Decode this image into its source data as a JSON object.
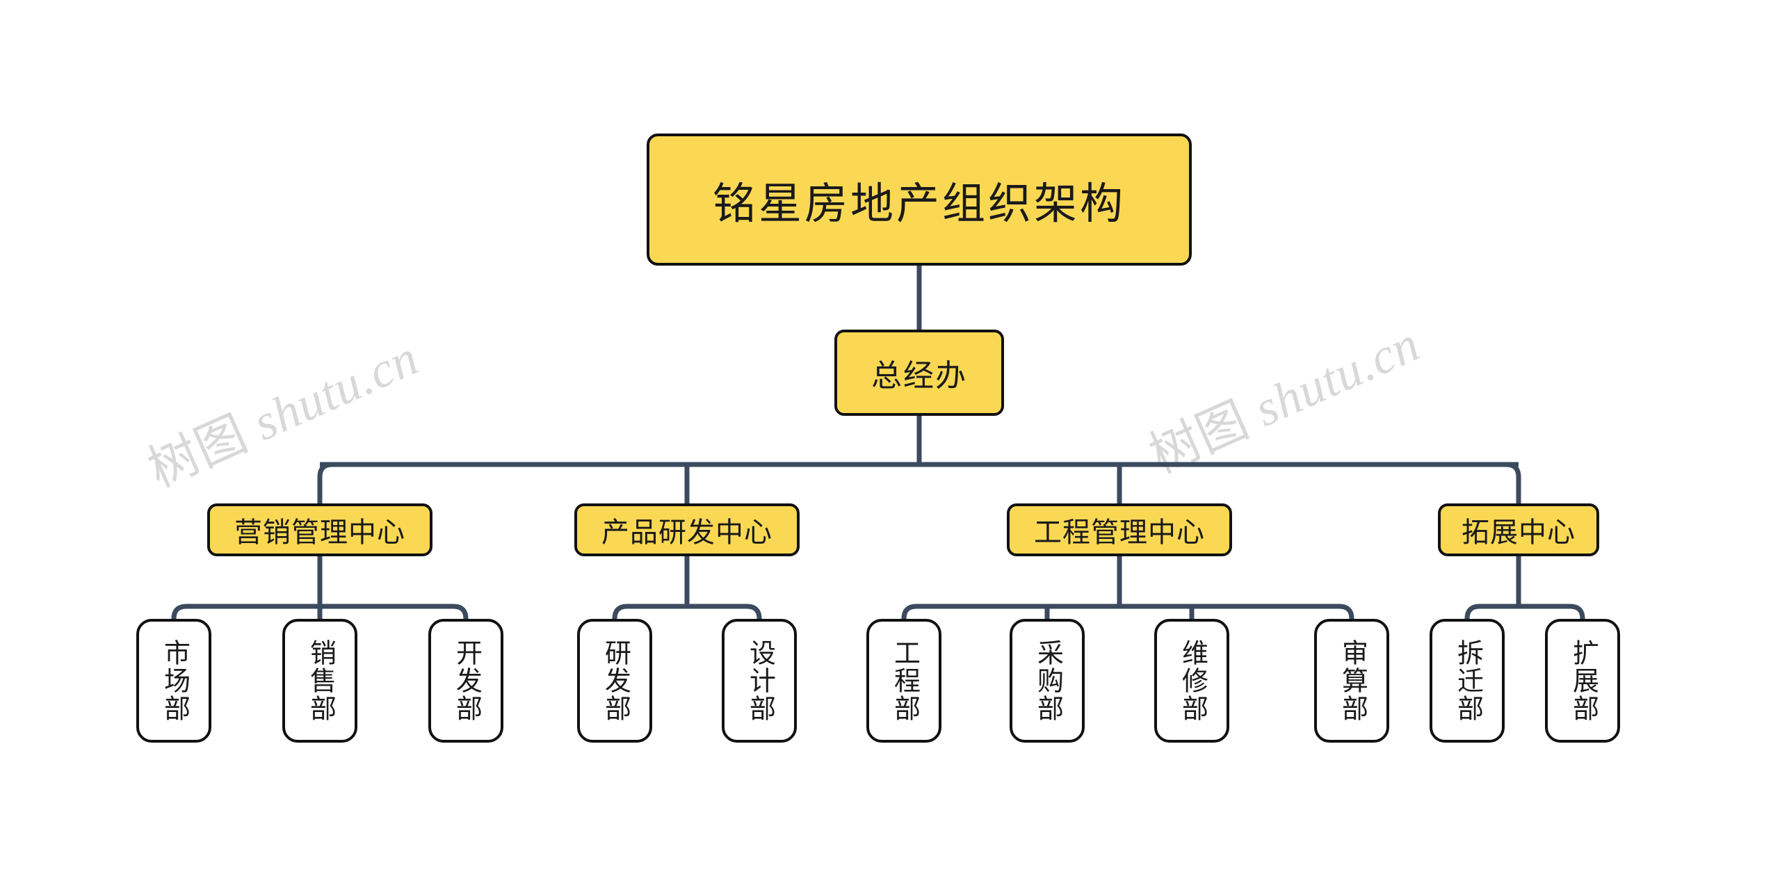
{
  "diagram": {
    "title": "铭星房地产组织架构",
    "type": "organization-chart",
    "orientation": "top-down",
    "background_color": "#ffffff",
    "node_fill_highlight": "#fbd854",
    "node_fill_leaf": "#ffffff",
    "node_border_color": "#111111",
    "connector_color": "#3b4a5e"
  },
  "watermark": {
    "cjk": "树图",
    "latin": "shutu.cn",
    "color": "#d8d8d8",
    "rotation_deg": -24,
    "count": 2
  },
  "root": {
    "label": "铭星房地产组织架构"
  },
  "gm": {
    "label": "总经办"
  },
  "centers": [
    {
      "label": "营销管理中心",
      "children": [
        {
          "label": "市场部"
        },
        {
          "label": "销售部"
        },
        {
          "label": "开发部"
        }
      ]
    },
    {
      "label": "产品研发中心",
      "children": [
        {
          "label": "研发部"
        },
        {
          "label": "设计部"
        }
      ]
    },
    {
      "label": "工程管理中心",
      "children": [
        {
          "label": "工程部"
        },
        {
          "label": "采购部"
        },
        {
          "label": "维修部"
        },
        {
          "label": "审算部"
        }
      ]
    },
    {
      "label": "拓展中心",
      "children": [
        {
          "label": "拆迁部"
        },
        {
          "label": "扩展部"
        }
      ]
    }
  ]
}
